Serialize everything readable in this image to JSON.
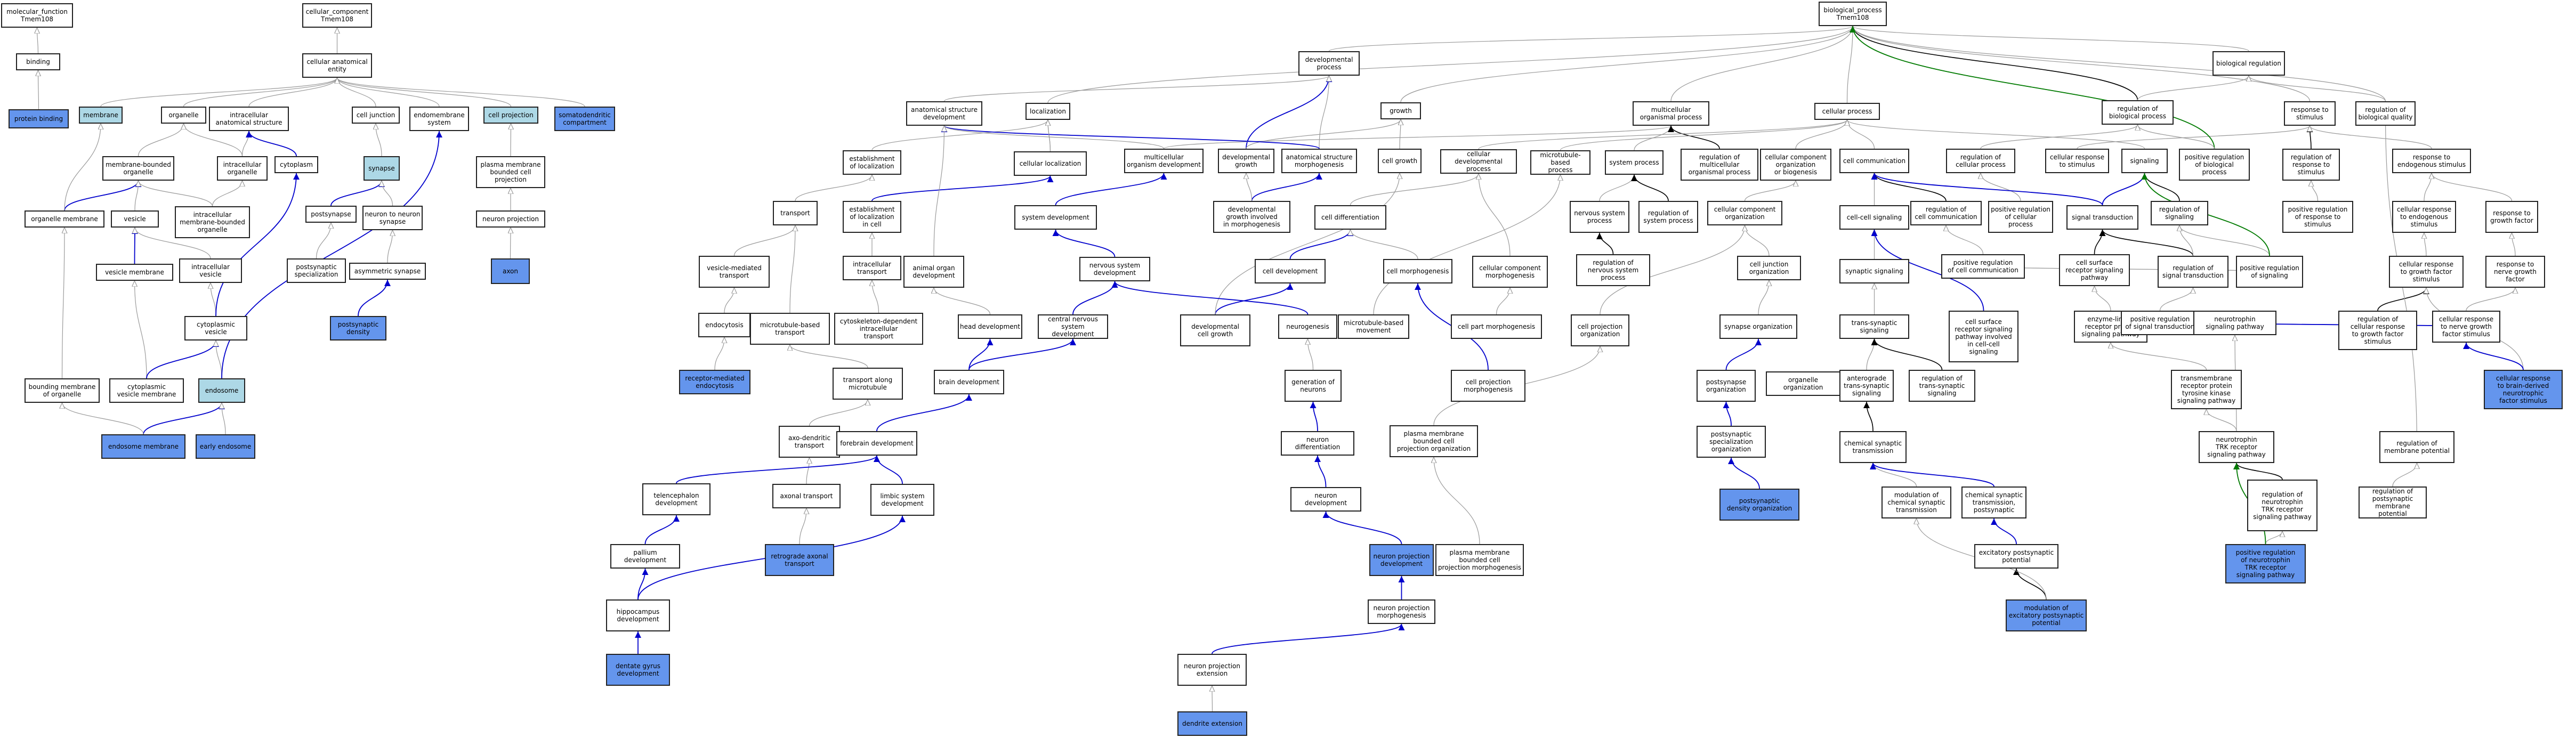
{
  "colors": {
    "gray_edge": "#999999",
    "black_edge": "#000000",
    "blue_edge": "#0000cc",
    "green_edge": "#007a00",
    "light_fill": "#add8e6",
    "query_fill": "#6495ed"
  },
  "nodes": [
    {
      "id": "mf",
      "label": "molecular_function\nTmem108",
      "fill": "white"
    },
    {
      "id": "binding",
      "label": "binding",
      "fill": "white"
    },
    {
      "id": "protein_binding",
      "label": "protein binding",
      "fill": "blue"
    },
    {
      "id": "cc",
      "label": "cellular_component\nTmem108",
      "fill": "white"
    },
    {
      "id": "cae",
      "label": "cellular anatomical\nentity",
      "fill": "white"
    },
    {
      "id": "membrane",
      "label": "membrane",
      "fill": "light"
    },
    {
      "id": "organelle",
      "label": "organelle",
      "fill": "white"
    },
    {
      "id": "ias",
      "label": "intracellular\nanatomical structure",
      "fill": "white"
    },
    {
      "id": "cell_junction",
      "label": "cell junction",
      "fill": "white"
    },
    {
      "id": "endomembrane",
      "label": "endomembrane\nsystem",
      "fill": "white"
    },
    {
      "id": "cell_projection",
      "label": "cell projection",
      "fill": "light"
    },
    {
      "id": "somatodendritic",
      "label": "somatodendritic\ncompartment",
      "fill": "blue"
    },
    {
      "id": "mbo",
      "label": "membrane-bounded\norganelle",
      "fill": "white"
    },
    {
      "id": "intracellular_organelle",
      "label": "intracellular\norganelle",
      "fill": "white"
    },
    {
      "id": "cytoplasm",
      "label": "cytoplasm",
      "fill": "white"
    },
    {
      "id": "synapse",
      "label": "synapse",
      "fill": "light"
    },
    {
      "id": "pmbcp",
      "label": "plasma membrane\nbounded cell\nprojection",
      "fill": "white"
    },
    {
      "id": "organelle_membrane",
      "label": "organelle membrane",
      "fill": "white"
    },
    {
      "id": "vesicle",
      "label": "vesicle",
      "fill": "white"
    },
    {
      "id": "imbo",
      "label": "intracellular\nmembrane-bounded\norganelle",
      "fill": "white"
    },
    {
      "id": "postsynapse",
      "label": "postsynapse",
      "fill": "white"
    },
    {
      "id": "n2n_synapse",
      "label": "neuron to neuron\nsynapse",
      "fill": "white"
    },
    {
      "id": "neuron_projection",
      "label": "neuron projection",
      "fill": "white"
    },
    {
      "id": "vesicle_membrane",
      "label": "vesicle membrane",
      "fill": "white"
    },
    {
      "id": "intracellular_vesicle",
      "label": "intracellular\nvesicle",
      "fill": "white"
    },
    {
      "id": "postsynaptic_spec",
      "label": "postsynaptic\nspecialization",
      "fill": "white"
    },
    {
      "id": "asymmetric_synapse",
      "label": "asymmetric synapse",
      "fill": "white"
    },
    {
      "id": "axon",
      "label": "axon",
      "fill": "blue"
    },
    {
      "id": "cytoplasmic_vesicle",
      "label": "cytoplasmic\nvesicle",
      "fill": "white"
    },
    {
      "id": "psd",
      "label": "postsynaptic\ndensity",
      "fill": "blue"
    },
    {
      "id": "bounding_membrane",
      "label": "bounding membrane\nof organelle",
      "fill": "white"
    },
    {
      "id": "cvm",
      "label": "cytoplasmic\nvesicle membrane",
      "fill": "white"
    },
    {
      "id": "endosome",
      "label": "endosome",
      "fill": "light"
    },
    {
      "id": "endosome_membrane",
      "label": "endosome membrane",
      "fill": "blue"
    },
    {
      "id": "early_endosome",
      "label": "early endosome",
      "fill": "blue"
    },
    {
      "id": "bp",
      "label": "biological_process\nTmem108",
      "fill": "white"
    },
    {
      "id": "dev_process",
      "label": "developmental\nprocess",
      "fill": "white"
    },
    {
      "id": "biological_regulation",
      "label": "biological regulation",
      "fill": "white"
    },
    {
      "id": "growth",
      "label": "growth",
      "fill": "white"
    },
    {
      "id": "multicellular_process",
      "label": "multicellular\norganismal process",
      "fill": "white"
    },
    {
      "id": "cellular_process",
      "label": "cellular process",
      "fill": "white"
    },
    {
      "id": "reg_bp",
      "label": "regulation of\nbiological process",
      "fill": "white"
    },
    {
      "id": "response_stimulus",
      "label": "response to\nstimulus",
      "fill": "white"
    },
    {
      "id": "reg_biol_quality",
      "label": "regulation of\nbiological quality",
      "fill": "white"
    },
    {
      "id": "asd",
      "label": "anatomical structure\ndevelopment",
      "fill": "white"
    },
    {
      "id": "localization",
      "label": "localization",
      "fill": "white"
    },
    {
      "id": "establish_loc",
      "label": "establishment\nof localization",
      "fill": "white"
    },
    {
      "id": "cellular_localization",
      "label": "cellular localization",
      "fill": "white"
    },
    {
      "id": "multicellular_dev",
      "label": "multicellular\norganism development",
      "fill": "white"
    },
    {
      "id": "dev_growth",
      "label": "developmental\ngrowth",
      "fill": "white"
    },
    {
      "id": "asm",
      "label": "anatomical structure\nmorphogenesis",
      "fill": "white"
    },
    {
      "id": "cell_growth",
      "label": "cell growth",
      "fill": "white"
    },
    {
      "id": "cellular_dev_process",
      "label": "cellular developmental\nprocess",
      "fill": "white"
    },
    {
      "id": "microtubule_process",
      "label": "microtubule-based\nprocess",
      "fill": "white"
    },
    {
      "id": "system_process",
      "label": "system process",
      "fill": "white"
    },
    {
      "id": "reg_multicellular",
      "label": "regulation of\nmulticellular\norganismal process",
      "fill": "white"
    },
    {
      "id": "cco_biogenesis",
      "label": "cellular component\norganization\nor biogenesis",
      "fill": "white"
    },
    {
      "id": "cell_communication",
      "label": "cell communication",
      "fill": "white"
    },
    {
      "id": "reg_cellular_process",
      "label": "regulation of\ncellular process",
      "fill": "white"
    },
    {
      "id": "cellular_response_stimulus",
      "label": "cellular response\nto stimulus",
      "fill": "white"
    },
    {
      "id": "signaling",
      "label": "signaling",
      "fill": "white"
    },
    {
      "id": "pos_reg_bp",
      "label": "positive regulation\nof biological\nprocess",
      "fill": "white"
    },
    {
      "id": "reg_response_stimulus",
      "label": "regulation of\nresponse to\nstimulus",
      "fill": "white"
    },
    {
      "id": "response_endogenous",
      "label": "response to\nendogenous stimulus",
      "fill": "white"
    },
    {
      "id": "transport",
      "label": "transport",
      "fill": "white"
    },
    {
      "id": "establish_loc_cell",
      "label": "establishment\nof localization\nin cell",
      "fill": "white"
    },
    {
      "id": "system_dev",
      "label": "system development",
      "fill": "white"
    },
    {
      "id": "dev_growth_morph",
      "label": "developmental\ngrowth involved\nin morphogenesis",
      "fill": "white"
    },
    {
      "id": "cell_differentiation",
      "label": "cell differentiation",
      "fill": "white"
    },
    {
      "id": "nervous_system_process",
      "label": "nervous system\nprocess",
      "fill": "white"
    },
    {
      "id": "reg_system_process",
      "label": "regulation of\nsystem process",
      "fill": "white"
    },
    {
      "id": "cco",
      "label": "cellular component\norganization",
      "fill": "white"
    },
    {
      "id": "cell_cell_signaling",
      "label": "cell-cell signaling",
      "fill": "white"
    },
    {
      "id": "reg_cell_comm",
      "label": "regulation of\ncell communication",
      "fill": "white"
    },
    {
      "id": "pos_reg_cellular_process",
      "label": "positive regulation\nof cellular\nprocess",
      "fill": "white"
    },
    {
      "id": "signal_transduction",
      "label": "signal transduction",
      "fill": "white"
    },
    {
      "id": "reg_signaling",
      "label": "regulation of\nsignaling",
      "fill": "white"
    },
    {
      "id": "pos_reg_response_stimulus",
      "label": "positive regulation\nof response to\nstimulus",
      "fill": "white"
    },
    {
      "id": "cell_response_endogenous",
      "label": "cellular response\nto endogenous\nstimulus",
      "fill": "white"
    },
    {
      "id": "response_growth_factor",
      "label": "response to\ngrowth factor",
      "fill": "white"
    },
    {
      "id": "vesicle_transport",
      "label": "vesicle-mediated\ntransport",
      "fill": "white"
    },
    {
      "id": "intracellular_transport",
      "label": "intracellular\ntransport",
      "fill": "white"
    },
    {
      "id": "animal_organ_dev",
      "label": "animal organ\ndevelopment",
      "fill": "white"
    },
    {
      "id": "ns_dev",
      "label": "nervous system\ndevelopment",
      "fill": "white"
    },
    {
      "id": "cell_development",
      "label": "cell development",
      "fill": "white"
    },
    {
      "id": "cell_morphogenesis",
      "label": "cell morphogenesis",
      "fill": "white"
    },
    {
      "id": "ccm",
      "label": "cellular component\nmorphogenesis",
      "fill": "white"
    },
    {
      "id": "reg_ns_process",
      "label": "regulation of\nnervous system\nprocess",
      "fill": "white"
    },
    {
      "id": "cell_junction_org",
      "label": "cell junction\norganization",
      "fill": "white"
    },
    {
      "id": "synaptic_signaling",
      "label": "synaptic signaling",
      "fill": "white"
    },
    {
      "id": "pos_reg_cell_comm",
      "label": "positive regulation\nof cell communication",
      "fill": "white"
    },
    {
      "id": "cell_surface_receptor",
      "label": "cell surface\nreceptor signaling\npathway",
      "fill": "white"
    },
    {
      "id": "reg_signal_transduction",
      "label": "regulation of\nsignal transduction",
      "fill": "white"
    },
    {
      "id": "pos_reg_signaling",
      "label": "positive regulation\nof signaling",
      "fill": "white"
    },
    {
      "id": "cell_response_gf",
      "label": "cellular response\nto growth factor\nstimulus",
      "fill": "white"
    },
    {
      "id": "response_ngf",
      "label": "response to\nnerve growth\nfactor",
      "fill": "white"
    },
    {
      "id": "endocytosis",
      "label": "endocytosis",
      "fill": "white"
    },
    {
      "id": "mt_transport",
      "label": "microtubule-based\ntransport",
      "fill": "white"
    },
    {
      "id": "cytoskeleton_transport",
      "label": "cytoskeleton-dependent\nintracellular\ntransport",
      "fill": "white"
    },
    {
      "id": "head_dev",
      "label": "head development",
      "fill": "white"
    },
    {
      "id": "cns_dev",
      "label": "central nervous\nsystem development",
      "fill": "white"
    },
    {
      "id": "dev_cell_growth",
      "label": "developmental\ncell growth",
      "fill": "white"
    },
    {
      "id": "neurogenesis",
      "label": "neurogenesis",
      "fill": "white"
    },
    {
      "id": "mt_movement",
      "label": "microtubule-based\nmovement",
      "fill": "white"
    },
    {
      "id": "cell_part_morph",
      "label": "cell part morphogenesis",
      "fill": "white"
    },
    {
      "id": "cpo",
      "label": "cell projection\norganization",
      "fill": "white"
    },
    {
      "id": "csr_cell_comm",
      "label": "cell surface\nreceptor signaling\npathway involved\nin cell-cell\nsignaling",
      "fill": "white"
    },
    {
      "id": "enzyme_linked",
      "label": "enzyme-linked\nreceptor protein\nsignaling pathway",
      "fill": "white"
    },
    {
      "id": "pos_reg_signal_transduction",
      "label": "positive regulation\nof signal transduction",
      "fill": "white"
    },
    {
      "id": "neurotrophin_pathway",
      "label": "neurotrophin\nsignaling pathway",
      "fill": "white"
    },
    {
      "id": "reg_cell_response_gf",
      "label": "regulation of\ncellular response\nto growth factor\nstimulus",
      "fill": "white"
    },
    {
      "id": "cell_response_ngf",
      "label": "cellular response\nto nerve growth\nfactor stimulus",
      "fill": "white"
    },
    {
      "id": "synapse_organization",
      "label": "synapse organization",
      "fill": "white"
    },
    {
      "id": "trans_synaptic",
      "label": "trans-synaptic\nsignaling",
      "fill": "white"
    },
    {
      "id": "receptor_endocytosis",
      "label": "receptor-mediated\nendocytosis",
      "fill": "blue"
    },
    {
      "id": "transport_mt",
      "label": "transport along\nmicrotubule",
      "fill": "white"
    },
    {
      "id": "brain_dev",
      "label": "brain development",
      "fill": "white"
    },
    {
      "id": "generation_neurons",
      "label": "generation of\nneurons",
      "fill": "white"
    },
    {
      "id": "cpm",
      "label": "cell projection\nmorphogenesis",
      "fill": "white"
    },
    {
      "id": "postsynapse_org",
      "label": "postsynapse\norganization",
      "fill": "white"
    },
    {
      "id": "organelle_org",
      "label": "organelle organization",
      "fill": "white"
    },
    {
      "id": "anterograde",
      "label": "anterograde\ntrans-synaptic\nsignaling",
      "fill": "white"
    },
    {
      "id": "reg_trans_synaptic",
      "label": "regulation of\ntrans-synaptic\nsignaling",
      "fill": "white"
    },
    {
      "id": "trk_pathway",
      "label": "transmembrane\nreceptor protein\ntyrosine kinase\nsignaling pathway",
      "fill": "white"
    },
    {
      "id": "cell_response_bdnf",
      "label": "cellular response\nto brain-derived\nneurotrophic\nfactor stimulus",
      "fill": "blue"
    },
    {
      "id": "axo_dendritic",
      "label": "axo-dendritic\ntransport",
      "fill": "white"
    },
    {
      "id": "forebrain_dev",
      "label": "forebrain development",
      "fill": "white"
    },
    {
      "id": "neuron_differentiation",
      "label": "neuron differentiation",
      "fill": "white"
    },
    {
      "id": "pmbcp_org",
      "label": "plasma membrane\nbounded cell\nprojection organization",
      "fill": "white"
    },
    {
      "id": "postsynaptic_spec_org",
      "label": "postsynaptic\nspecialization\norganization",
      "fill": "white"
    },
    {
      "id": "chemical_synaptic",
      "label": "chemical synaptic\ntransmission",
      "fill": "white"
    },
    {
      "id": "neurotrophin_trk",
      "label": "neurotrophin\nTRK receptor\nsignaling pathway",
      "fill": "white"
    },
    {
      "id": "reg_membrane_potential",
      "label": "regulation of\nmembrane potential",
      "fill": "white"
    },
    {
      "id": "axonal_transport",
      "label": "axonal transport",
      "fill": "white"
    },
    {
      "id": "telencephalon_dev",
      "label": "telencephalon\ndevelopment",
      "fill": "white"
    },
    {
      "id": "limbic_dev",
      "label": "limbic system\ndevelopment",
      "fill": "white"
    },
    {
      "id": "neuron_development",
      "label": "neuron development",
      "fill": "white"
    },
    {
      "id": "psd_org",
      "label": "postsynaptic\ndensity organization",
      "fill": "blue"
    },
    {
      "id": "mod_chemical",
      "label": "modulation of\nchemical synaptic\ntransmission",
      "fill": "white"
    },
    {
      "id": "chem_postsynaptic",
      "label": "chemical synaptic\ntransmission,\npostsynaptic",
      "fill": "white"
    },
    {
      "id": "reg_neurotrophin_trk",
      "label": "regulation of\nneurotrophin\nTRK receptor\nsignaling pathway",
      "fill": "white"
    },
    {
      "id": "reg_postsynaptic_mp",
      "label": "regulation of\npostsynaptic\nmembrane potential",
      "fill": "white"
    },
    {
      "id": "retrograde_axonal",
      "label": "retrograde axonal\ntransport",
      "fill": "blue"
    },
    {
      "id": "pallium_dev",
      "label": "pallium development",
      "fill": "white"
    },
    {
      "id": "npd",
      "label": "neuron projection\ndevelopment",
      "fill": "blue"
    },
    {
      "id": "pmbcp_morph",
      "label": "plasma membrane\nbounded cell\nprojection morphogenesis",
      "fill": "white"
    },
    {
      "id": "epsp",
      "label": "excitatory postsynaptic\npotential",
      "fill": "white"
    },
    {
      "id": "pos_reg_neurotrophin_trk",
      "label": "positive regulation\nof neurotrophin\nTRK receptor\nsignaling pathway",
      "fill": "blue"
    },
    {
      "id": "hippocampus_dev",
      "label": "hippocampus\ndevelopment",
      "fill": "white"
    },
    {
      "id": "npm",
      "label": "neuron projection\nmorphogenesis",
      "fill": "white"
    },
    {
      "id": "mod_epsp",
      "label": "modulation of\nexcitatory postsynaptic\npotential",
      "fill": "blue"
    },
    {
      "id": "dentate_gyrus",
      "label": "dentate gyrus\ndevelopment",
      "fill": "blue"
    },
    {
      "id": "npe",
      "label": "neuron projection\nextension",
      "fill": "white"
    },
    {
      "id": "dendrite_extension",
      "label": "dendrite extension",
      "fill": "blue"
    }
  ]
}
